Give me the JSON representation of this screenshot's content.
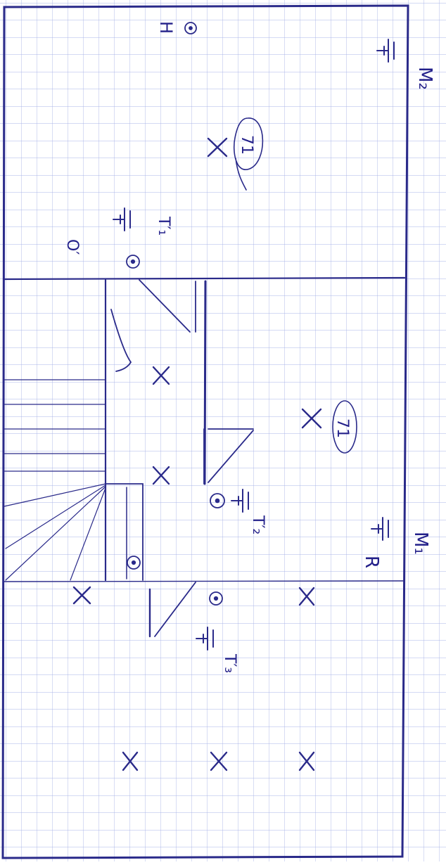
{
  "paper": {
    "grid_color": "#aab4e8",
    "ink_color": "#2a2a8a"
  },
  "labels": {
    "m2": "M₂",
    "m1": "M₁",
    "h": "H",
    "r": "R",
    "o_prime": "O′",
    "t1_prime": "T′₁",
    "t2_prime": "T′₂",
    "t3_prime": "T′₃",
    "circled_top": "71",
    "circled_middle": "71"
  },
  "symbols": {
    "socket": "⏚",
    "switch_circle": "⊙",
    "light_point": "×",
    "marker_cross": "×"
  }
}
